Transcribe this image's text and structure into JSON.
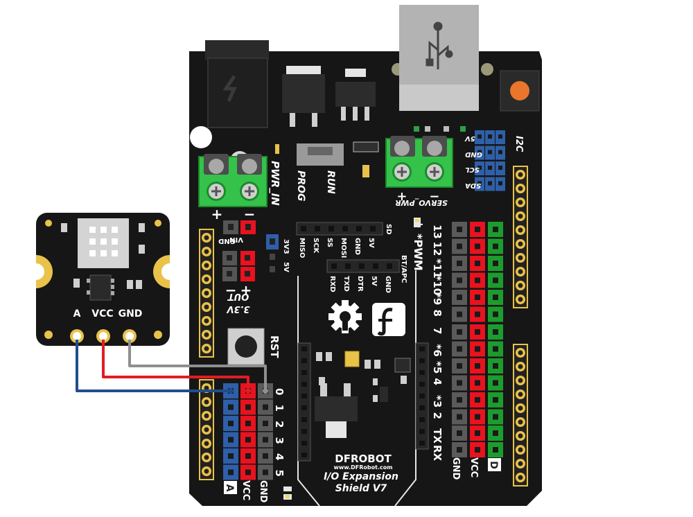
{
  "module": {
    "pins": [
      "A",
      "VCC",
      "GND"
    ]
  },
  "shield": {
    "brand": "DFROBOT",
    "website": "www.DFRobot.com",
    "name_line1": "I/O Expansion",
    "name_line2": "Shield V7",
    "pwr_in": "PWR_IN",
    "plus": "+",
    "minus": "−",
    "prog": "PROG",
    "run": "RUN",
    "servo_pwr": "SERVO_PWR",
    "i2c": "I2C",
    "i2c_pins": [
      "5V",
      "GND",
      "SCL",
      "SDA"
    ],
    "vin": "VIN",
    "gnd_small": "GND",
    "v33": "3V3",
    "v5": "5V",
    "out33": "3.3V",
    "out": "OUT",
    "rst": "RST",
    "spi_labels": [
      "MISO",
      "SCK",
      "SS",
      "MOSI",
      "GND",
      "5V"
    ],
    "bt_labels": [
      "RXD",
      "TXD",
      "DTR",
      "5V",
      "GND"
    ],
    "bt_apc": "BT/APC",
    "sd": "SD",
    "pwm": "*PWM",
    "l_led": "L",
    "digital_right": [
      "13",
      "12",
      "*11",
      "*10",
      "*9",
      "8",
      "7",
      "*6",
      "*5",
      "4",
      "*3",
      "2",
      "TX",
      "RX"
    ],
    "analog_numbers": [
      "0",
      "1",
      "2",
      "3",
      "4",
      "5"
    ],
    "bottom_left": [
      "A",
      "VCC",
      "GND"
    ],
    "bottom_right": [
      "GND",
      "VCC",
      "D"
    ]
  },
  "colors": {
    "board": "#161616",
    "pin_blue": "#2f5fa8",
    "pin_red": "#e8131f",
    "pin_green": "#1d9c2e",
    "pin_gray": "#5a5a5a",
    "wire_blue": "#214d8f",
    "wire_red": "#e21b23",
    "wire_gray": "#8f8f8f",
    "gold": "#e9c24a",
    "terminal_green": "#35c24a"
  }
}
